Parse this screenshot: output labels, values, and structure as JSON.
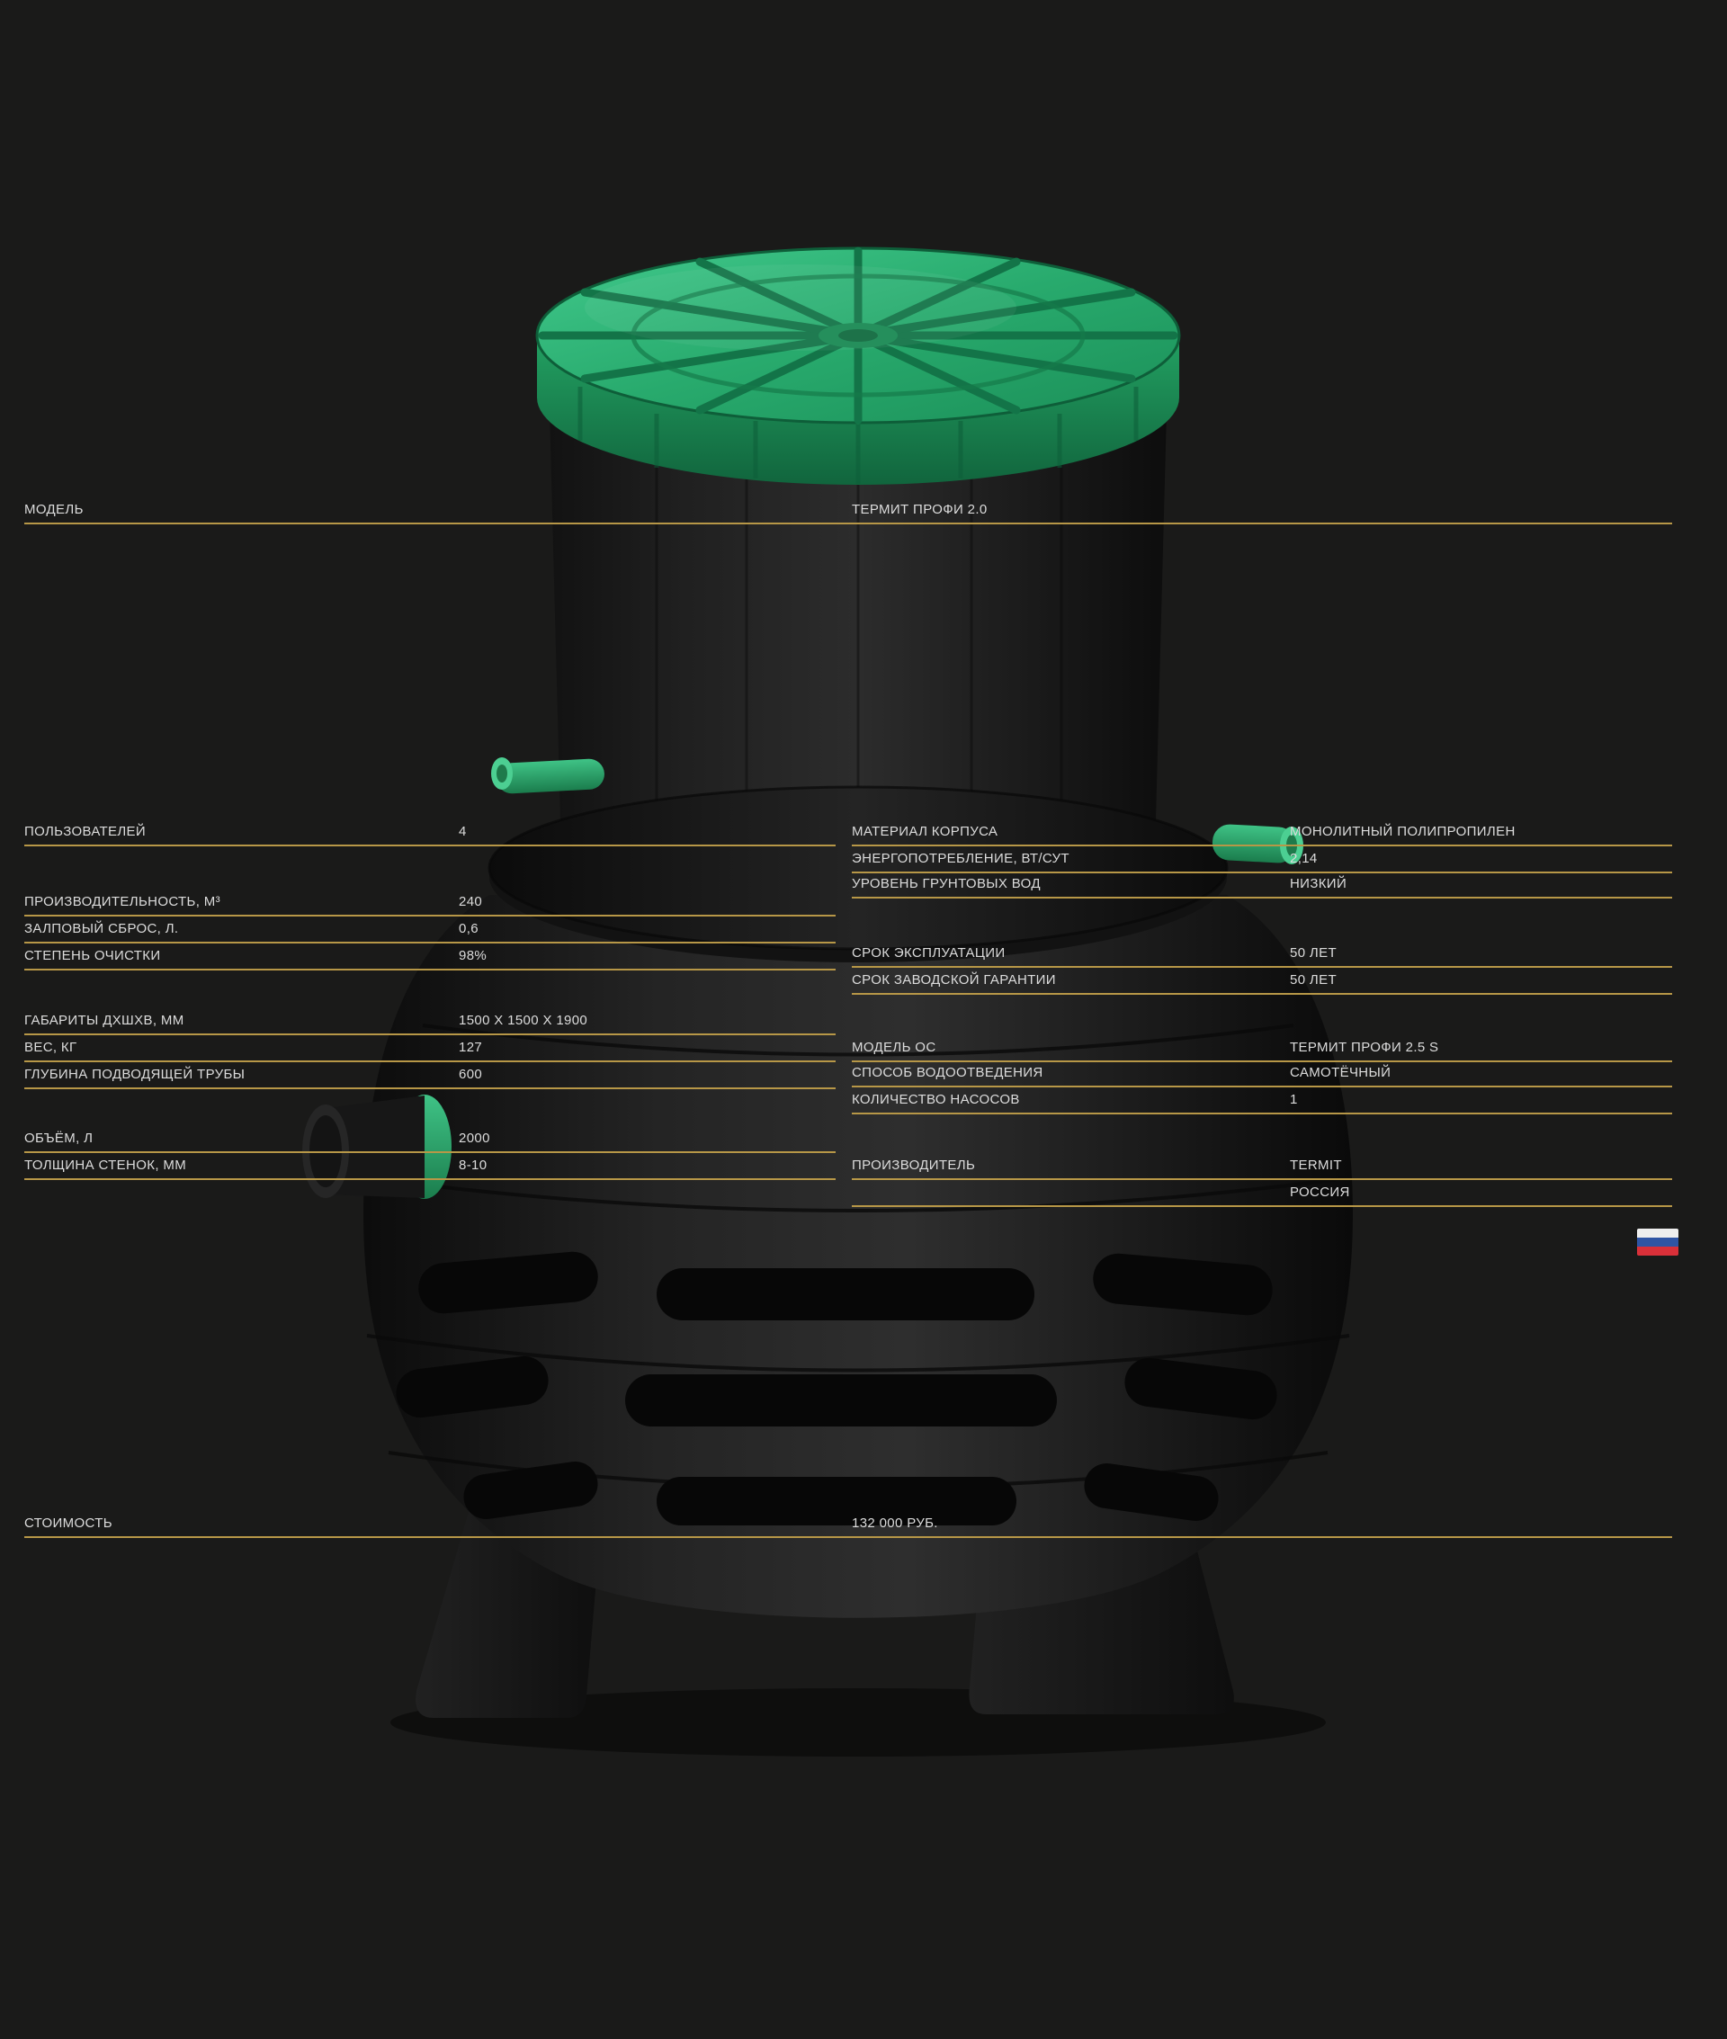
{
  "theme": {
    "bg": "#1a1a19",
    "line": "#b79747",
    "text": "#dcdcdc",
    "green": "#2aa86b",
    "flag_white": "#eeeeee",
    "flag_blue": "#2f55a4",
    "flag_red": "#d93039"
  },
  "image": {
    "name": "septic-tank-termit-profi-render",
    "flag_name": "russia-flag"
  },
  "rows": {
    "model": {
      "label": "МОДЕЛЬ",
      "value": "ТЕРМИТ ПРОФИ 2.0"
    },
    "users": {
      "label": "ПОЛЬЗОВАТЕЛЕЙ",
      "value": "4"
    },
    "capacity": {
      "label": "ПРОИЗВОДИТЕЛЬНОСТЬ, М³",
      "value": "240"
    },
    "salvo": {
      "label": "ЗАЛПОВЫЙ СБРОС, Л.",
      "value": "0,6"
    },
    "purification": {
      "label": "СТЕПЕНЬ ОЧИСТКИ",
      "value": "98%"
    },
    "dimensions": {
      "label": "ГАБАРИТЫ ДХШХВ, ММ",
      "value": "1500 X 1500 X 1900"
    },
    "weight": {
      "label": "ВЕС, КГ",
      "value": "127"
    },
    "inlet_depth": {
      "label": "ГЛУБИНА ПОДВОДЯЩЕЙ ТРУБЫ",
      "value": "600"
    },
    "volume": {
      "label": "ОБЪЁМ, Л",
      "value": "2000"
    },
    "wall": {
      "label": "ТОЛЩИНА СТЕНОК, ММ",
      "value": "8-10"
    },
    "material": {
      "label": "МАТЕРИАЛ КОРПУСА",
      "value": "МОНОЛИТНЫЙ ПОЛИПРОПИЛЕН"
    },
    "energy": {
      "label": "ЭНЕРГОПОТРЕБЛЕНИЕ, ВТ/СУТ",
      "value": "2,14"
    },
    "groundwater": {
      "label": "УРОВЕНЬ ГРУНТОВЫХ ВОД",
      "value": "НИЗКИЙ"
    },
    "service_life": {
      "label": "СРОК ЭКСПЛУАТАЦИИ",
      "value": "50 ЛЕТ"
    },
    "warranty": {
      "label": "СРОК ЗАВОДСКОЙ ГАРАНТИИ",
      "value": "50 ЛЕТ"
    },
    "os_model": {
      "label": "МОДЕЛЬ ОС",
      "value": "ТЕРМИТ ПРОФИ 2.5 S"
    },
    "drainage": {
      "label": "СПОСОБ ВОДООТВЕДЕНИЯ",
      "value": "САМОТЁЧНЫЙ"
    },
    "pumps": {
      "label": "КОЛИЧЕСТВО НАСОСОВ",
      "value": "1"
    },
    "manufacturer": {
      "label": "ПРОИЗВОДИТЕЛЬ",
      "value": "TERMIT"
    },
    "country": {
      "label": "",
      "value": "РОССИЯ"
    },
    "price": {
      "label": "СТОИМОСТЬ",
      "value": "132 000 РУБ."
    }
  }
}
